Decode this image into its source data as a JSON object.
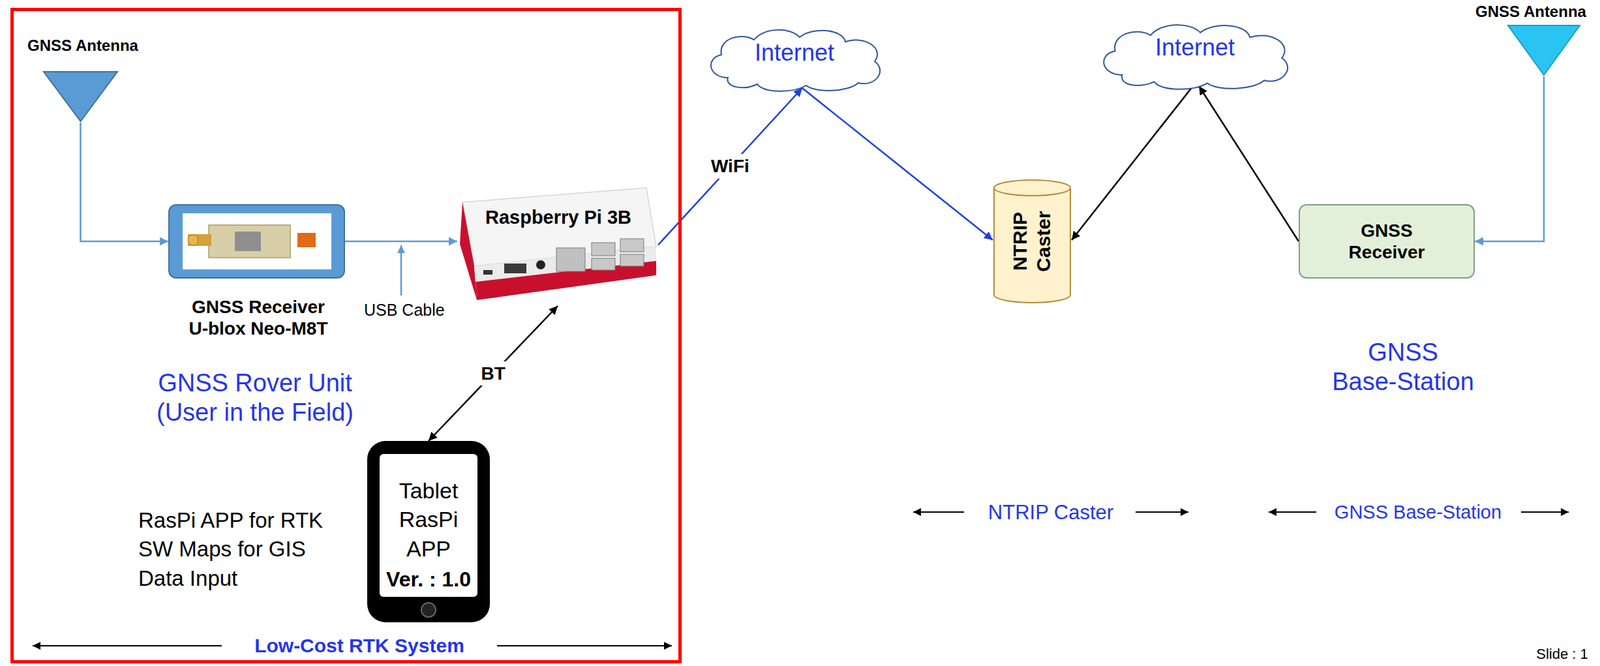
{
  "diagram": {
    "nodes": [
      {
        "text": [
          "Low-Cost RTK System"
        ]
      },
      {
        "text": [
          "GNSS Antenna"
        ],
        "in": 0
      },
      {
        "text": [
          "GNSS Receiver U-blox Neo-M8T"
        ],
        "in": 0
      },
      {
        "text": [
          "Raspberry Pi 3B"
        ],
        "in": 0
      },
      {
        "text": [
          "Tablet RasPi APP",
          "Ver. : 1.0"
        ],
        "in": 0
      },
      {
        "text": [
          "Internet"
        ]
      },
      {
        "text": [
          "NTRIP Caster"
        ]
      },
      {
        "text": [
          "Internet"
        ]
      },
      {
        "text": [
          "GNSS Receiver"
        ]
      },
      {
        "text": [
          "GNSS Antenna"
        ]
      }
    ],
    "edges": [
      {
        "from": 1,
        "to": 2,
        "arrow": "to"
      },
      {
        "from": 2,
        "to": 3,
        "label": "USB Cable",
        "arrow": "to"
      },
      {
        "from": 3,
        "to": 4,
        "label": "BT",
        "arrow": "both"
      },
      {
        "from": 3,
        "to": 5,
        "label": "WiFi",
        "arrow": "to"
      },
      {
        "from": 5,
        "to": 6,
        "arrow": "to"
      },
      {
        "from": 7,
        "to": 6,
        "arrow": "to"
      },
      {
        "from": 8,
        "to": 7,
        "arrow": "to"
      },
      {
        "from": 9,
        "to": 8,
        "arrow": "to"
      }
    ],
    "labels": [
      "GNSS Rover Unit (User in the Field)",
      "RasPi APP for RTK SW Maps for GIS Data Input",
      "GNSS Base-Station",
      "NTRIP Caster",
      "GNSS Base-Station",
      "Slide : 1"
    ]
  }
}
